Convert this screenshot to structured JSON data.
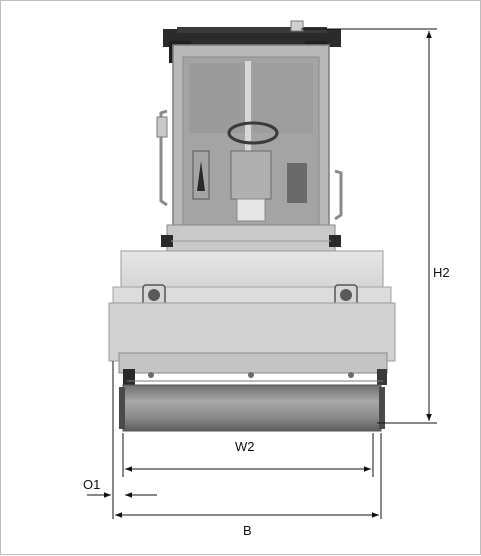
{
  "diagram": {
    "labels": {
      "h2": "H2",
      "w2": "W2",
      "o1": "O1",
      "b": "B"
    },
    "colors": {
      "body_light": "#dcdcdc",
      "body_mid": "#c8c8c8",
      "body_dark": "#9a9a9a",
      "glass": "#a9a9a9",
      "black": "#2a2a2a",
      "drum": "#8e8e8e",
      "line": "#111111"
    }
  }
}
